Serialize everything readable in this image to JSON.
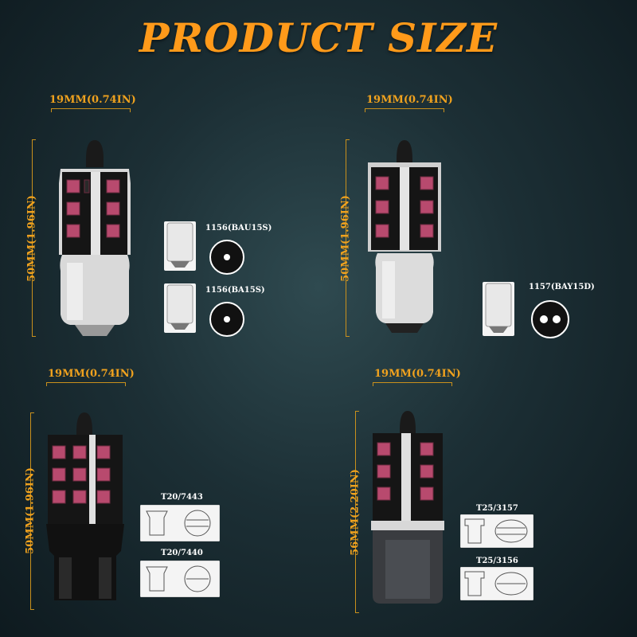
{
  "title": "PRODUCT SIZE",
  "colors": {
    "accent": "#ff9a1a",
    "dim": "#f0a21e",
    "background": "#1c2f35",
    "led": "#b84a6e"
  },
  "bulbs": [
    {
      "width_label": "19MM(0.74IN)",
      "height_label": "50MM(1.96IN)",
      "sockets": [
        "1156(BAU15S)",
        "1156(BA15S)"
      ]
    },
    {
      "width_label": "19MM(0.74IN)",
      "height_label": "50MM(1.96IN)",
      "sockets": [
        "1157(BAY15D)"
      ]
    },
    {
      "width_label": "19MM(0.74IN)",
      "height_label": "50MM(1.96IN)",
      "sockets": [
        "T20/7443",
        "T20/7440"
      ]
    },
    {
      "width_label": "19MM(0.74IN)",
      "height_label": "56MM(2.20IN)",
      "sockets": [
        "T25/3157",
        "T25/3156"
      ]
    }
  ]
}
